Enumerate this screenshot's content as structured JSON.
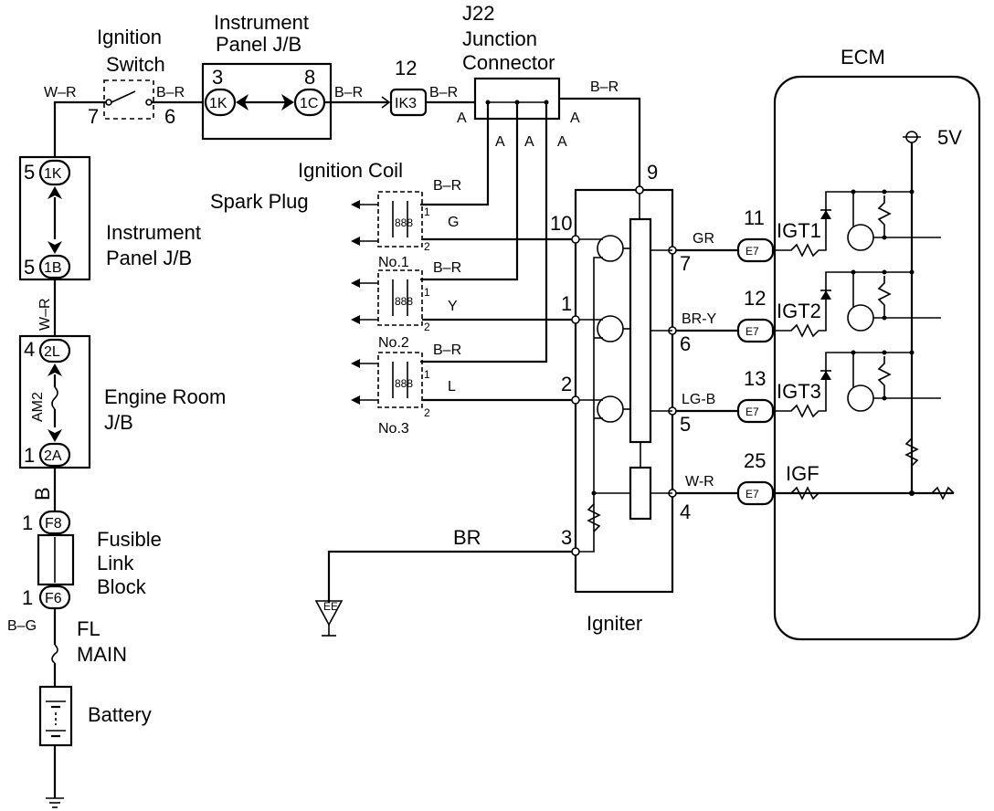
{
  "components": {
    "ignition_switch": {
      "label_line1": "Ignition",
      "label_line2": "Switch",
      "pin_left": "7",
      "pin_right": "6"
    },
    "instrument_panel_jb_top": {
      "label_line1": "Instrument",
      "label_line2": "Panel J/B",
      "pin_left": "3",
      "pin_right": "8",
      "conn_left": "1K",
      "conn_right": "1C"
    },
    "ik3": {
      "pin": "12",
      "label": "IK3"
    },
    "j22": {
      "label_line1": "J22",
      "label_line2": "Junction",
      "label_line3": "Connector",
      "pins": [
        "A",
        "A",
        "A",
        "A",
        "A"
      ]
    },
    "ecm": {
      "label": "ECM",
      "supply": "5V"
    },
    "ignition_coil": {
      "label": "Ignition Coil",
      "spark_plug": "Spark Plug",
      "coils": [
        "No.1",
        "No.2",
        "No.3"
      ],
      "pin1": "1",
      "pin2": "2"
    },
    "instrument_panel_jb_left": {
      "label_line1": "Instrument",
      "label_line2": "Panel J/B",
      "pin_top": "5",
      "pin_bottom": "5",
      "conn_top": "1K",
      "conn_bottom": "1B"
    },
    "engine_room_jb": {
      "label_line1": "Engine Room",
      "label_line2": "J/B",
      "fuse": "AM2",
      "pin_top": "4",
      "pin_bottom": "1",
      "conn_top": "2L",
      "conn_bottom": "2A"
    },
    "fusible_link_block": {
      "label_line1": "Fusible",
      "label_line2": "Link",
      "label_line3": "Block",
      "pin_top": "1",
      "pin_bottom": "1",
      "conn_top": "F8",
      "conn_bottom": "F6"
    },
    "fl_main": {
      "label_line1": "FL",
      "label_line2": "MAIN"
    },
    "battery": {
      "label": "Battery"
    },
    "igniter": {
      "label": "Igniter",
      "pins": [
        "9",
        "10",
        "1",
        "2",
        "3",
        "7",
        "6",
        "5",
        "4"
      ]
    },
    "ground": {
      "label": "EE"
    },
    "ecm_inputs": [
      {
        "pin": "11",
        "conn": "E7",
        "signal": "IGT1",
        "wire": "GR"
      },
      {
        "pin": "12",
        "conn": "E7",
        "signal": "IGT2",
        "wire": "BR-Y"
      },
      {
        "pin": "13",
        "conn": "E7",
        "signal": "IGT3",
        "wire": "LG-B"
      },
      {
        "pin": "25",
        "conn": "E7",
        "signal": "IGF",
        "wire": "W-R"
      }
    ]
  },
  "wires": {
    "w_r": "W–R",
    "b_r": "B–R",
    "g": "G",
    "y": "Y",
    "l": "L",
    "br": "BR",
    "b": "B",
    "b_g": "B–G",
    "gr": "GR",
    "br_y": "BR–Y",
    "lg_b": "LG–B",
    "w_r2": "W–R"
  }
}
